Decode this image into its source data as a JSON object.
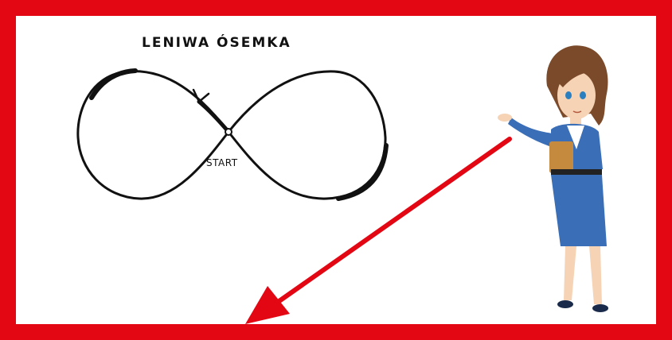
{
  "figure": {
    "title": "LENIWA ÓSEMKA",
    "start_label": "START"
  },
  "colors": {
    "frame": "#e30613",
    "arrow": "#e30613",
    "ink": "#111111",
    "skirt": "#3a6fb8",
    "hair": "#7a4a2a"
  },
  "icons": {
    "infinity": "lazy-eight-figure-icon",
    "direction": "direction-arrow-icon",
    "pointer": "red-pointer-arrow-icon",
    "teacher": "teacher-illustration"
  }
}
